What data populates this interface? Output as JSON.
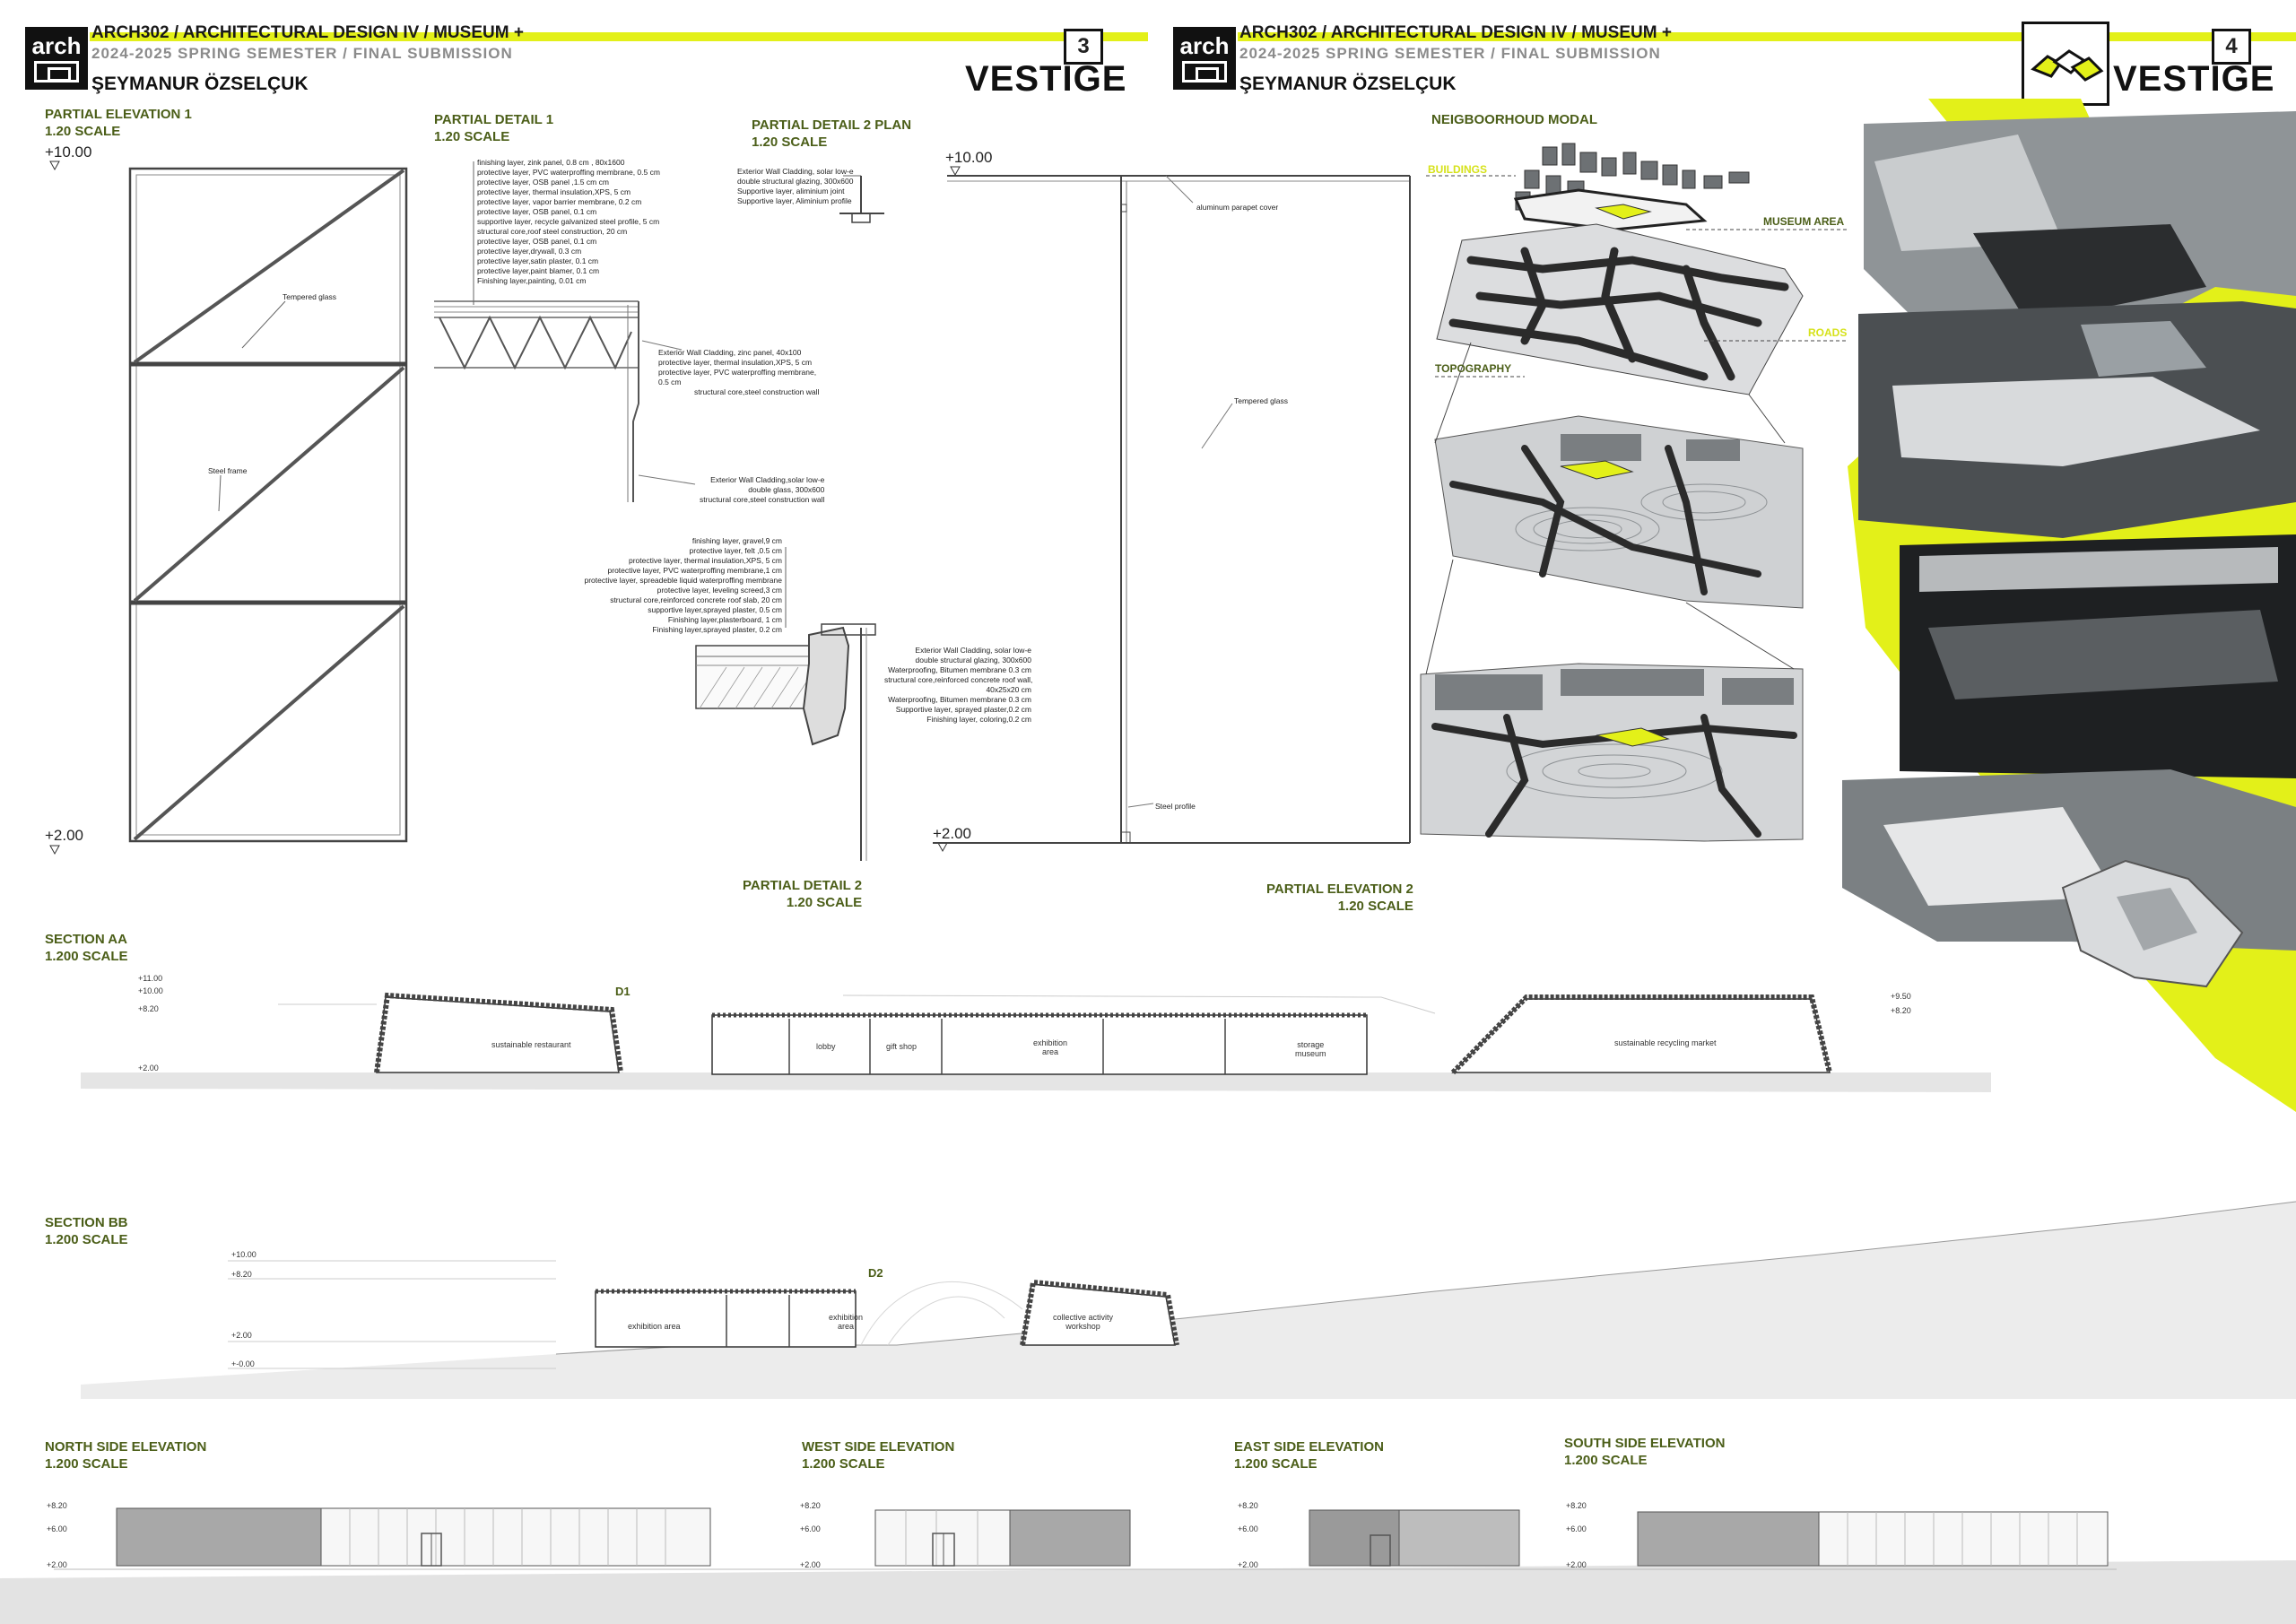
{
  "header_left": {
    "course": "ARCH302 / ARCHITECTURAL DESIGN IV / MUSEUM +",
    "semester": "2024-2025 SPRING SEMESTER / FINAL SUBMISSION",
    "author": "ŞEYMANUR ÖZSELÇUK",
    "logo_text": "arch",
    "page_number": "3",
    "project_name": "VESTIGE"
  },
  "header_right": {
    "course": "ARCH302 / ARCHITECTURAL DESIGN IV / MUSEUM +",
    "semester": "2024-2025 SPRING SEMESTER / FINAL SUBMISSION",
    "author": "ŞEYMANUR ÖZSELÇUK",
    "logo_text": "arch",
    "page_number": "4",
    "project_name": "VESTIGE"
  },
  "colors": {
    "accent": "#e3f019",
    "title_green": "#4b5e18",
    "dark": "#111111"
  },
  "partial_elevation_1": {
    "title": "PARTIAL ELEVATION 1",
    "scale": "1.20 SCALE",
    "level_top": "+10.00",
    "level_bottom": "+2.00",
    "label_glass": "Tempered glass",
    "label_frame": "Steel frame"
  },
  "partial_detail_1": {
    "title": "PARTIAL DETAIL 1",
    "scale": "1.20 SCALE",
    "roof_layers": [
      "finishing layer, zink panel, 0.8 cm , 80x1600",
      "protective layer, PVC waterproffing membrane, 0.5 cm",
      "protective layer, OSB panel ,1.5 cm cm",
      "protective layer, thermal insulation,XPS, 5 cm",
      "protective layer, vapor barrier membrane, 0.2 cm",
      "protective layer, OSB panel, 0.1 cm",
      "supportive layer, recycle galvanized steel profile, 5 cm",
      "structural core,roof steel construction, 20 cm",
      "protective layer, OSB panel, 0.1 cm",
      "protective layer,drywall, 0.3 cm",
      "protective layer,satin plaster, 0.1 cm",
      "protective layer,paint blamer, 0.1 cm",
      "Finishing layer,painting, 0.01 cm"
    ],
    "wall_layers_1": [
      "Exterior Wall Cladding, zinc panel, 40x100",
      "protective layer, thermal insulation,XPS, 5 cm",
      "protective layer, PVC waterproffing membrane,",
      "0.5 cm",
      "structural core,steel construction wall"
    ],
    "wall_layers_2": [
      "Exterior Wall Cladding,solar low-e",
      "double glass, 300x600",
      "structural core,steel construction wall"
    ]
  },
  "partial_detail_2_plan": {
    "title": "PARTIAL DETAIL 2 PLAN",
    "scale": "1.20 SCALE",
    "layers": [
      "Exterior Wall Cladding, solar low-e",
      "double structural glazing, 300x600",
      "Supportive layer, aliminium joint",
      "Supportive layer, Aliminium profile"
    ]
  },
  "partial_detail_2": {
    "title": "PARTIAL DETAIL 2",
    "scale": "1.20 SCALE",
    "roof_layers": [
      "finishing layer, gravel,9 cm",
      "protective layer, felt ,0.5 cm",
      "protective layer, thermal insulation,XPS, 5 cm",
      "protective layer, PVC waterproffing membrane,1 cm",
      "protective layer, spreadeble liquid waterproffing membrane",
      "protective layer, leveling screed,3 cm",
      "structural core,reinforced concrete roof slab, 20 cm",
      "supportive layer,sprayed plaster, 0.5 cm",
      "Finishing layer,plasterboard, 1 cm",
      "Finishing layer,sprayed plaster, 0.2 cm"
    ],
    "wall_layers": [
      "Exterior Wall Cladding, solar low-e",
      "double structural glazing, 300x600",
      "Waterproofing, Bitumen membrane 0.3 cm",
      "structural core,reinforced concrete roof wall,",
      "40x25x20 cm",
      "Waterproofing, Bitumen membrane 0.3 cm",
      "Supportive layer, sprayed plaster,0.2 cm",
      "Finishing layer, coloring,0.2 cm"
    ]
  },
  "partial_elevation_2": {
    "title": "PARTIAL ELEVATION 2",
    "scale": "1.20 SCALE",
    "level_top": "+10.00",
    "level_bottom": "+2.00",
    "label_parapet": "aluminum parapet cover",
    "label_glass": "Tempered glass",
    "label_profile": "Steel profile"
  },
  "neighbourhood": {
    "title": "NEIGBOORHOUD MODAL",
    "tag_buildings": "BUILDINGS",
    "tag_museum": "MUSEUM AREA",
    "tag_roads": "ROADS",
    "tag_topography": "TOPOGRAPHY"
  },
  "section_aa": {
    "title": "SECTION AA",
    "scale": "1.200 SCALE",
    "levels_left": [
      "+11.00",
      "+10.00",
      "+8.20",
      "+2.00"
    ],
    "levels_right": [
      "+9.50",
      "+8.20"
    ],
    "detail_mark": "D1",
    "rooms": [
      "sustainable restaurant",
      "lobby",
      "gift shop",
      "exhibition",
      "area",
      "storage",
      "museum",
      "sustainable recycling market"
    ]
  },
  "section_bb": {
    "title": "SECTION BB",
    "scale": "1.200 SCALE",
    "levels": [
      "+10.00",
      "+8.20",
      "+2.00",
      "+-0.00"
    ],
    "detail_mark": "D2",
    "rooms": [
      "exhibition area",
      "exhibition",
      "area",
      "collective activity",
      "workshop"
    ]
  },
  "elevations": {
    "north": {
      "title": "NORTH SIDE ELEVATION",
      "scale": "1.200 SCALE"
    },
    "west": {
      "title": "WEST SIDE ELEVATION",
      "scale": "1.200 SCALE"
    },
    "east": {
      "title": "EAST SIDE ELEVATION",
      "scale": "1.200 SCALE"
    },
    "south": {
      "title": "SOUTH SIDE ELEVATION",
      "scale": "1.200 SCALE"
    },
    "levels": [
      "+8.20",
      "+6.00",
      "+2.00"
    ]
  }
}
